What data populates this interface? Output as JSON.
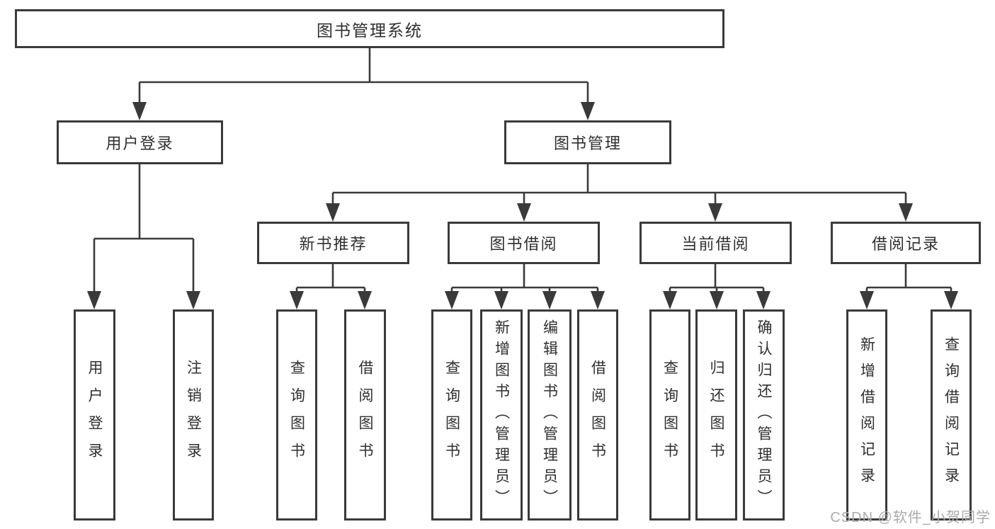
{
  "diagram_title": "图书管理系统",
  "nodes": {
    "root": "图书管理系统",
    "user_login": "用户登录",
    "book_mgmt": "图书管理",
    "new_book_rec": "新书推荐",
    "book_borrow": "图书借阅",
    "current_borrow": "当前借阅",
    "borrow_records": "借阅记录",
    "leaf_user_login": "用户登录",
    "leaf_logout": "注销登录",
    "nb_query_book": "查询图书",
    "nb_borrow_book": "借阅图书",
    "bb_query_book": "查询图书",
    "bb_add_book": "新增图书（管理员）",
    "bb_edit_book": "编辑图书（管理员）",
    "bb_borrow_book": "借阅图书",
    "cb_query_book": "查询图书",
    "cb_return_book": "归还图书",
    "cb_confirm_return": "确认归还（管理员）",
    "br_add_record": "新增借阅记录",
    "br_query_record": "查询借阅记录"
  },
  "watermark": "CSDN @软件_小贺同学",
  "colors": {
    "line": "#3a3a3a",
    "box_border": "#3a3a3a",
    "text": "#2f2f2f",
    "watermark": "#ababab",
    "background": "#ffffff"
  }
}
